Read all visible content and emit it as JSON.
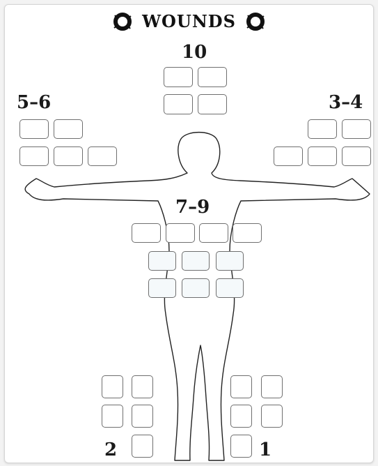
{
  "title": "WOUNDS",
  "icons": {
    "left": "ring-icon",
    "right": "ring-icon"
  },
  "locations": {
    "head": {
      "label": "10"
    },
    "right_arm": {
      "label": "5–6"
    },
    "left_arm": {
      "label": "3–4"
    },
    "torso": {
      "label": "7–9"
    },
    "right_leg": {
      "label": "2"
    },
    "left_leg": {
      "label": "1"
    }
  },
  "wound_boxes": {
    "head": 4,
    "right_arm": 5,
    "left_arm": 5,
    "torso": 10,
    "right_leg": 5,
    "left_leg": 5
  },
  "colors": {
    "ink": "#111111",
    "box_border": "#6f6f6f",
    "background": "#ffffff"
  }
}
